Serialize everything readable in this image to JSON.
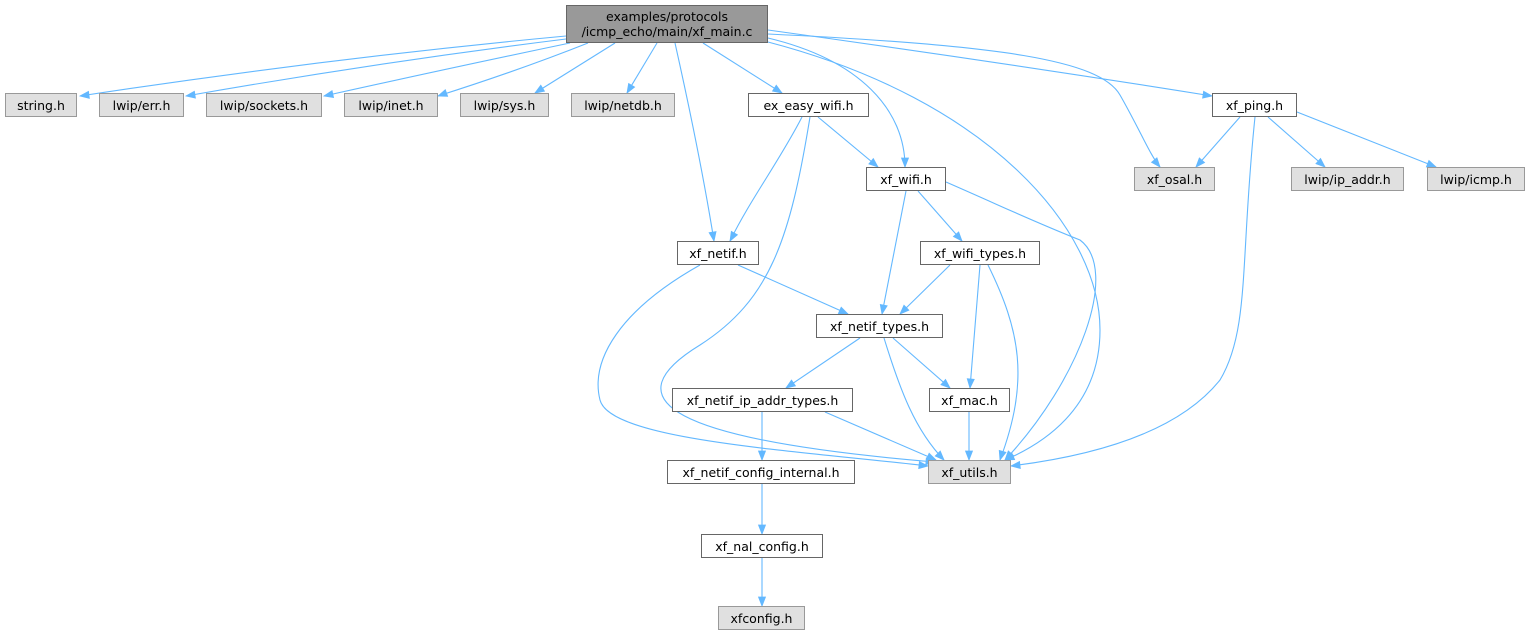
{
  "graph": {
    "root": {
      "line1": "examples/protocols",
      "line2": "/icmp_echo/main/xf_main.c"
    },
    "nodes": {
      "string_h": "string.h",
      "lwip_err_h": "lwip/err.h",
      "lwip_sockets_h": "lwip/sockets.h",
      "lwip_inet_h": "lwip/inet.h",
      "lwip_sys_h": "lwip/sys.h",
      "lwip_netdb_h": "lwip/netdb.h",
      "ex_easy_wifi_h": "ex_easy_wifi.h",
      "xf_ping_h": "xf_ping.h",
      "xf_wifi_h": "xf_wifi.h",
      "xf_osal_h": "xf_osal.h",
      "lwip_ip_addr_h": "lwip/ip_addr.h",
      "lwip_icmp_h": "lwip/icmp.h",
      "xf_netif_h": "xf_netif.h",
      "xf_wifi_types_h": "xf_wifi_types.h",
      "xf_netif_types_h": "xf_netif_types.h",
      "xf_netif_ip_addr_types_h": "xf_netif_ip_addr_types.h",
      "xf_mac_h": "xf_mac.h",
      "xf_netif_config_internal_h": "xf_netif_config_internal.h",
      "xf_utils_h": "xf_utils.h",
      "xf_nal_config_h": "xf_nal_config.h",
      "xfconfig_h": "xfconfig.h"
    },
    "edge_color": "#63b8ff"
  }
}
